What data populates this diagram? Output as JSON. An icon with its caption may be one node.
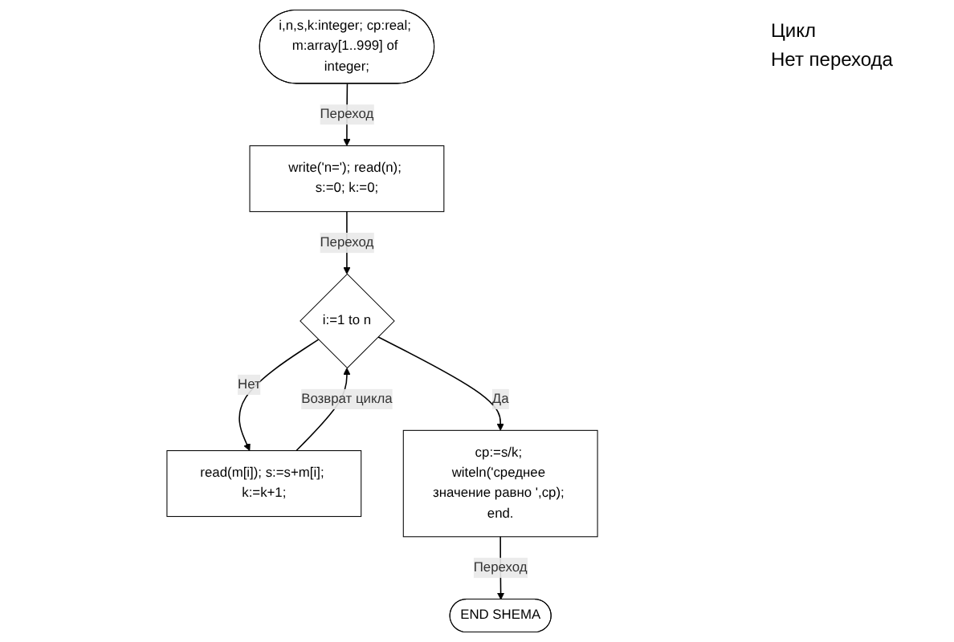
{
  "diagram": {
    "nodes": [
      {
        "text": [
          "i,n,s,k:integer; cp:real; m:array[1..999] of integer;"
        ]
      },
      {
        "text": [
          "write('n='); read(n); s:=0; k:=0;"
        ]
      },
      {
        "text": [
          "i:=1 to n"
        ]
      },
      {
        "text": [
          "read(m[i]); s:=s+m[i]; k:=k+1;"
        ]
      },
      {
        "text": [
          "cp:=s/k; witeln('среднее значение равно ',cp); end."
        ]
      },
      {
        "text": [
          "END SHEMA"
        ]
      }
    ],
    "edges": [
      {
        "from": 0,
        "to": 1,
        "arrow": "to",
        "label": "Переход"
      },
      {
        "from": 1,
        "to": 2,
        "arrow": "to",
        "label": "Переход"
      },
      {
        "from": 2,
        "to": 3,
        "arrow": "to",
        "label": "Нет"
      },
      {
        "from": 3,
        "to": 2,
        "arrow": "to",
        "label": "Возврат цикла"
      },
      {
        "from": 2,
        "to": 4,
        "arrow": "to",
        "label": "Да"
      },
      {
        "from": 4,
        "to": 5,
        "arrow": "to",
        "label": "Переход"
      }
    ],
    "labels": [
      "Цикл",
      "Нет перехода"
    ]
  }
}
